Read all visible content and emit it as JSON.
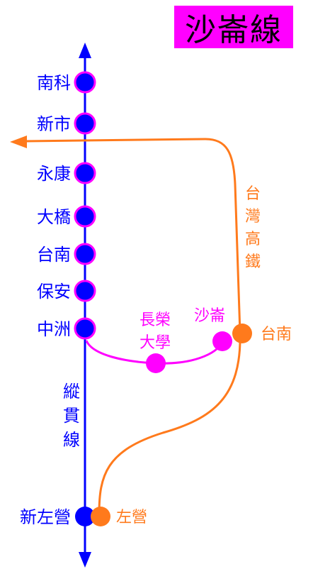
{
  "title": "沙崙線",
  "colors": {
    "main_line": "#0000ff",
    "shalun_line": "#ff00ff",
    "hsr_line": "#ff7a1c",
    "title_bg": "#ff00ff",
    "title_text": "#000000"
  },
  "main_line": {
    "label_chars": [
      "縱",
      "貫",
      "線"
    ],
    "stations": [
      "南科",
      "新市",
      "永康",
      "大橋",
      "台南",
      "保安",
      "中洲",
      "新左營"
    ]
  },
  "shalun_line": {
    "stations": [
      {
        "name_lines": [
          "長榮",
          "大學"
        ]
      },
      {
        "name_lines": [
          "沙崙"
        ]
      }
    ]
  },
  "hsr": {
    "label_chars": [
      "台",
      "灣",
      "高",
      "鐵"
    ],
    "stations": [
      "台南",
      "左營"
    ]
  }
}
